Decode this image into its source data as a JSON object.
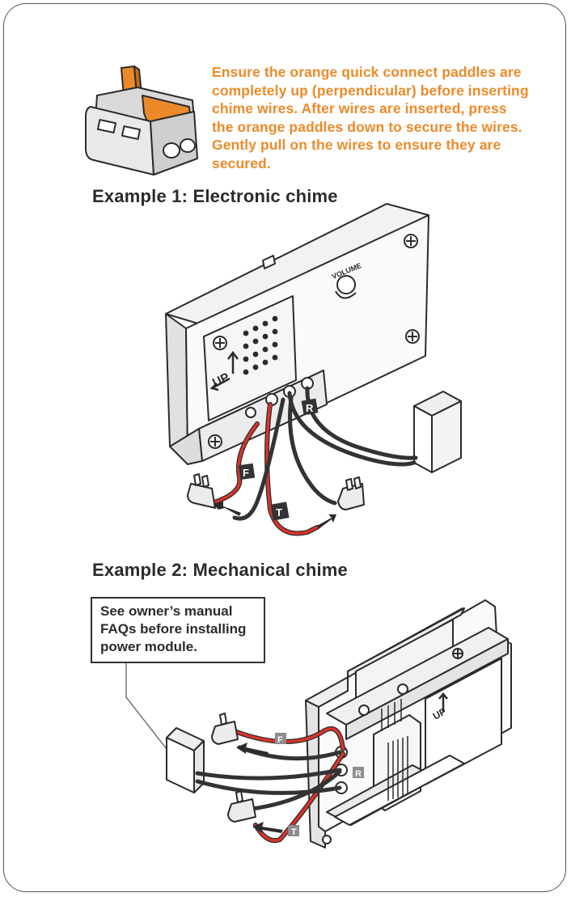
{
  "instructions": {
    "lines": [
      "Ensure the orange quick connect paddles are",
      "completely up (perpendicular) before inserting",
      "chime wires. After wires are inserted, press",
      "the orange paddles down to secure the wires.",
      "Gently pull on the wires to ensure they are",
      "secured."
    ]
  },
  "example1": {
    "title": "Example 1: Electronic chime",
    "volume_label": "VOLUME",
    "up_label": "UP",
    "wire_tags": [
      "F",
      "T",
      "R"
    ]
  },
  "example2": {
    "title": "Example 2: Mechanical chime",
    "up_label": "UP",
    "wire_tags": [
      "F",
      "R",
      "T"
    ],
    "callout_lines": [
      "See owner’s manual",
      "FAQs before installing",
      "power module."
    ]
  },
  "colors": {
    "accent": "#ec8a2a",
    "wire_red": "#d9342b",
    "wire_dark": "#333333",
    "outline": "#2b2b2b"
  }
}
